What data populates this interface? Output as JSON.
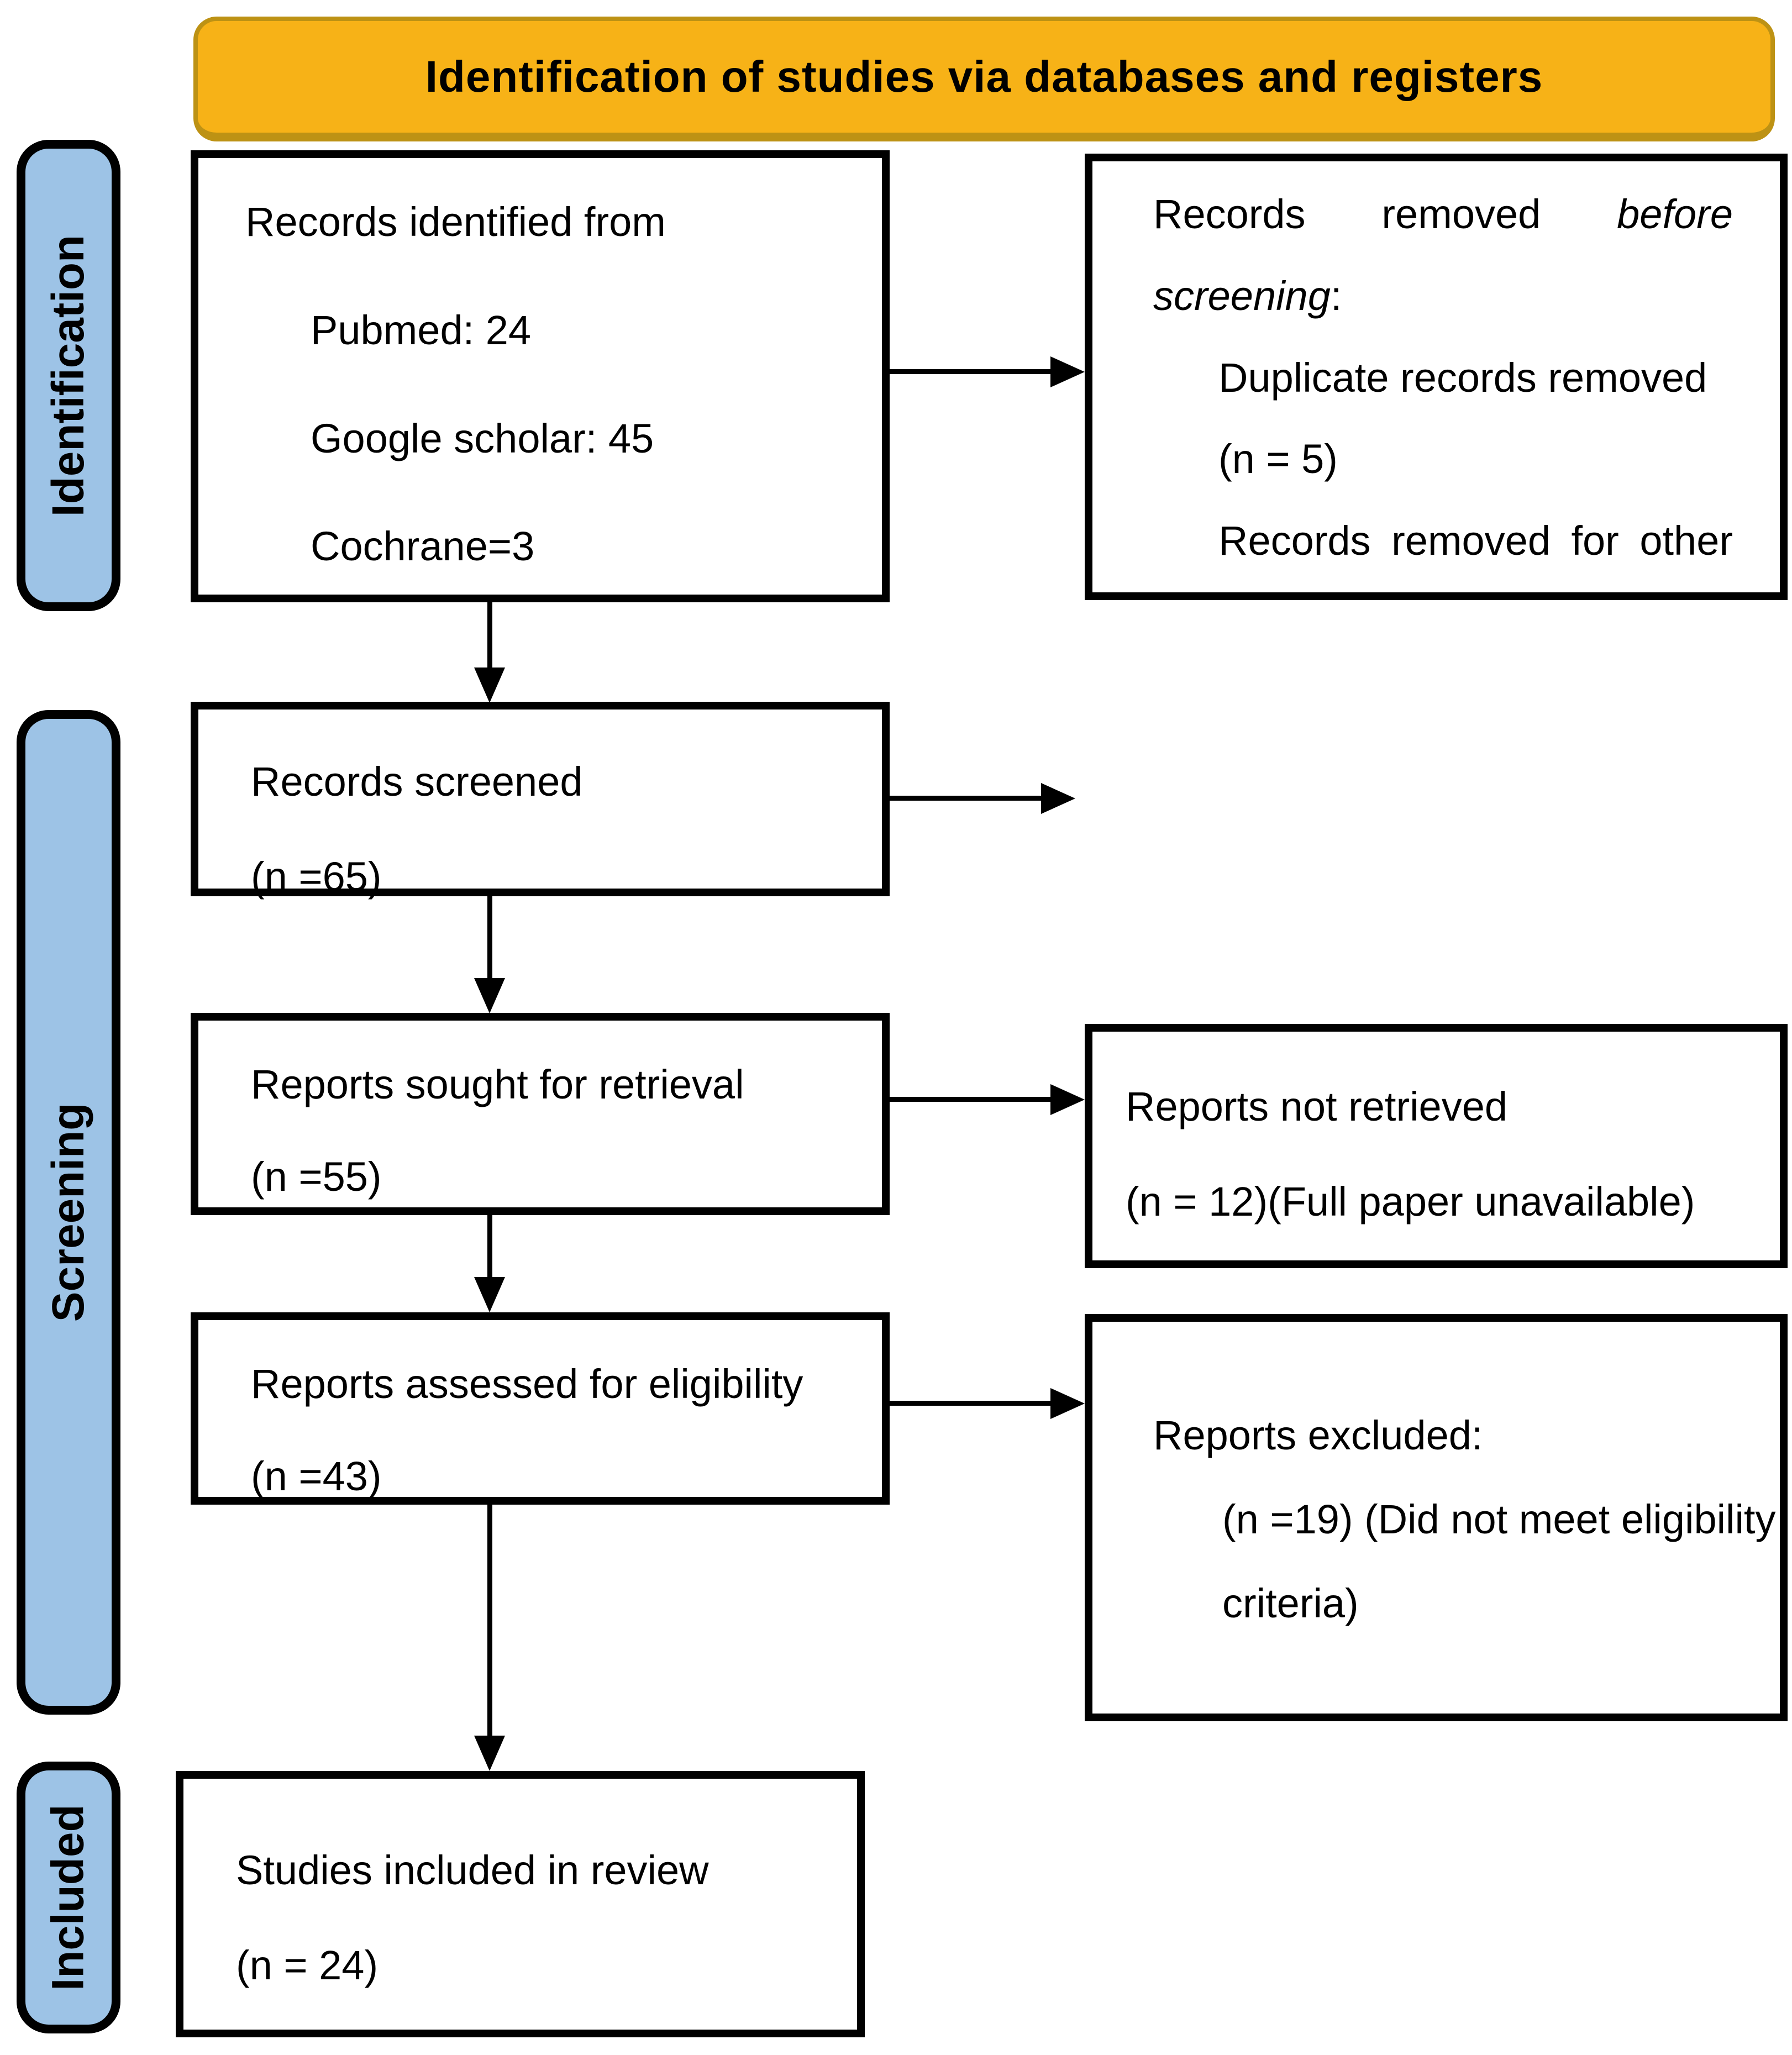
{
  "title": "Identification of studies via databases and registers",
  "side_labels": {
    "identification": "Identification",
    "screening": "Screening",
    "included": "Included"
  },
  "boxes": {
    "records_identified": {
      "line1": "Records identified from",
      "items": [
        "Pubmed: 24",
        "Google scholar: 45",
        "Cochrane=3"
      ]
    },
    "records_removed": {
      "l1w1": "Records",
      "l1w2": "removed",
      "l1w3": "before",
      "l2_italic": "screening",
      "l2_colon": ":",
      "item1": "Duplicate records removed",
      "item2": "(n = 5)",
      "l5w1": "Records",
      "l5w2": "removed",
      "l5w3": "for",
      "l5w4": "other"
    },
    "records_screened": {
      "line1": "Records screened",
      "line2": "(n =65)"
    },
    "reports_sought": {
      "line1": "Reports sought for retrieval",
      "line2": "(n =55)"
    },
    "reports_not_retrieved": {
      "line1": "Reports not retrieved",
      "line2": "(n = 12)(Full paper unavailable)"
    },
    "reports_assessed": {
      "line1": "Reports assessed for eligibility",
      "line2": "(n =43)"
    },
    "reports_excluded": {
      "line1": "Reports excluded:",
      "line2": "(n =19) (Did not meet eligibility",
      "line3": "criteria)"
    },
    "studies_included": {
      "line1": "Studies included in review",
      "line2": "(n = 24)"
    }
  },
  "colors": {
    "banner_fill": "#F7B217",
    "banner_border": "#BD9214",
    "side_fill": "#9DC3E6",
    "line_color": "#000000"
  }
}
